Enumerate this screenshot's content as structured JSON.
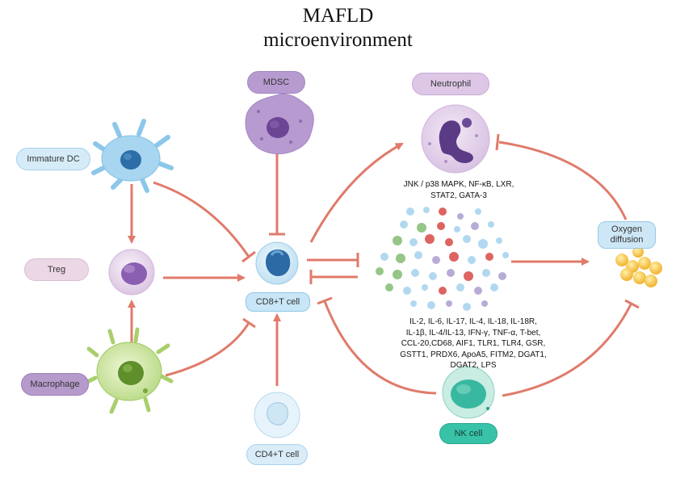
{
  "title": {
    "line1": "MAFLD",
    "line2": "microenvironment"
  },
  "labels": {
    "mdsc": "MDSC",
    "neutrophil": "Neutrophil",
    "immature_dc": "Immature DC",
    "treg": "Treg",
    "cd8": "CD8+T cell",
    "macrophage": "Macrophage",
    "cd4": "CD4+T cell",
    "nk": "NK cell",
    "oxygen": "Oxygen\ndiffusion"
  },
  "pathways": {
    "line1": "JNK / p38 MAPK, NF-κB, LXR,",
    "line2": "STAT2, GATA-3"
  },
  "mediators": {
    "line1": "IL-2, IL-6, IL-17, IL-4, IL-18, IL-18R,",
    "line2": "IL-1β,  IL-4/IL-13, IFN-γ, TNF-α, T-bet,",
    "line3": "CCL-20,CD68, AIF1, TLR1, TLR4, GSR,",
    "line4": "GSTT1, PRDX6, ApoA5, FITM2, DGAT1,",
    "line5": "DGAT2,  LPS"
  },
  "colors": {
    "arrow": "#e07b6b",
    "mdsc_fill": "#b79bd0",
    "neutrophil_fill": "#ddc6e6",
    "immature_dc_fill": "#d5ecf8",
    "treg_fill": "#ecd7e6",
    "cd8_fill": "#c8e6f7",
    "macrophage_fill": "#b59acb",
    "cd4_fill": "#d9ecf8",
    "nk_fill": "#38c3a9",
    "oxygen_fill": "#cde7f6"
  }
}
